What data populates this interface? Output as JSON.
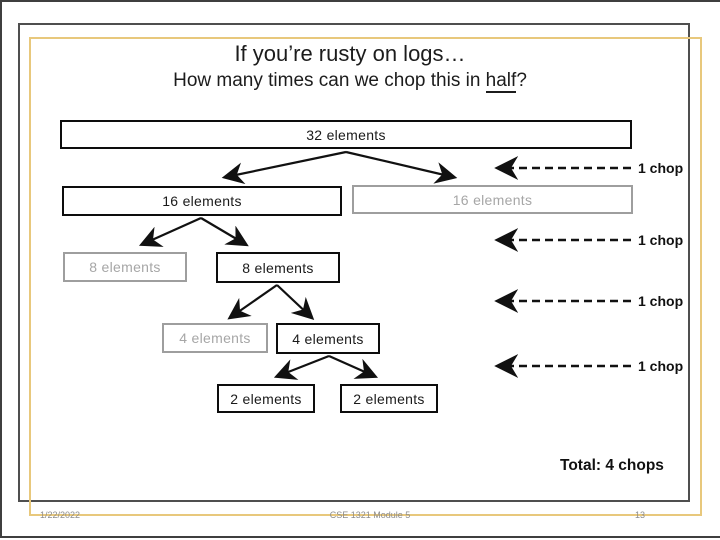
{
  "slide": {
    "title": "If you’re rusty on logs…",
    "subtitle": {
      "prefix": "How many times can we chop this in ",
      "emphasis": "half",
      "suffix": "?"
    }
  },
  "diagram": {
    "boxes": [
      {
        "id": "box-32",
        "label": "32 elements",
        "style": "dark"
      },
      {
        "id": "box-16-left",
        "label": "16 elements",
        "style": "dark"
      },
      {
        "id": "box-16-right",
        "label": "16 elements",
        "style": "gray"
      },
      {
        "id": "box-8-left",
        "label": "8 elements",
        "style": "gray"
      },
      {
        "id": "box-8-right",
        "label": "8 elements",
        "style": "dark"
      },
      {
        "id": "box-4-left",
        "label": "4 elements",
        "style": "gray"
      },
      {
        "id": "box-4-right",
        "label": "4 elements",
        "style": "dark"
      },
      {
        "id": "box-2-left",
        "label": "2 elements",
        "style": "dark"
      },
      {
        "id": "box-2-right",
        "label": "2 elements",
        "style": "dark"
      }
    ],
    "chop_labels": [
      "1 chop",
      "1 chop",
      "1 chop",
      "1 chop"
    ],
    "total_label": "Total: 4 chops"
  },
  "footer": {
    "date": "1/22/2022",
    "center": "CSE 1321 Module 5",
    "page_number": "13"
  },
  "colors": {
    "accent_gold": "#e8c87c",
    "frame_gray": "#4f4f4f",
    "muted_gray": "#a6a6a6",
    "text_dark": "#1a1a1a"
  }
}
